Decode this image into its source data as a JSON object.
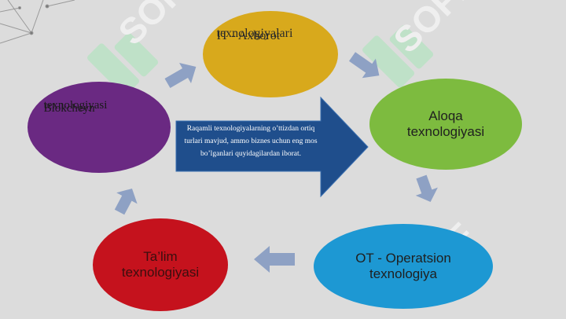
{
  "nodes": {
    "it": {
      "line1": "IT - Axborot",
      "line2": "texnologiyalari"
    },
    "aloqa": {
      "line1": "Aloqa",
      "line2": "texnologiyasi"
    },
    "ot": {
      "line1": "OT - Operatsion",
      "line2": "texnologiya"
    },
    "talim": {
      "line1": "Ta’lim",
      "line2": "texnologiyasi"
    },
    "blockchain": {
      "line1": "Blokcheyn",
      "line2": "texnologiyasi"
    }
  },
  "center_arrow": {
    "text": "Raqamli texnologiyalarning o’ttizdan ortiq turlari mavjud, ammo biznes uchun eng mos bo’lganlari quyidagilardan iborat."
  },
  "colors": {
    "background": "#dcdcdc",
    "it": "#d8a91c",
    "aloqa": "#7dbb3f",
    "ot": "#1d98d3",
    "talim": "#c5121d",
    "blockchain": "#6a2982",
    "center_arrow": "#1f4e8c",
    "cycle_arrows": "#8ea1c4",
    "watermark": "#a8e6b8"
  },
  "watermark": {
    "text": "SOFF"
  }
}
